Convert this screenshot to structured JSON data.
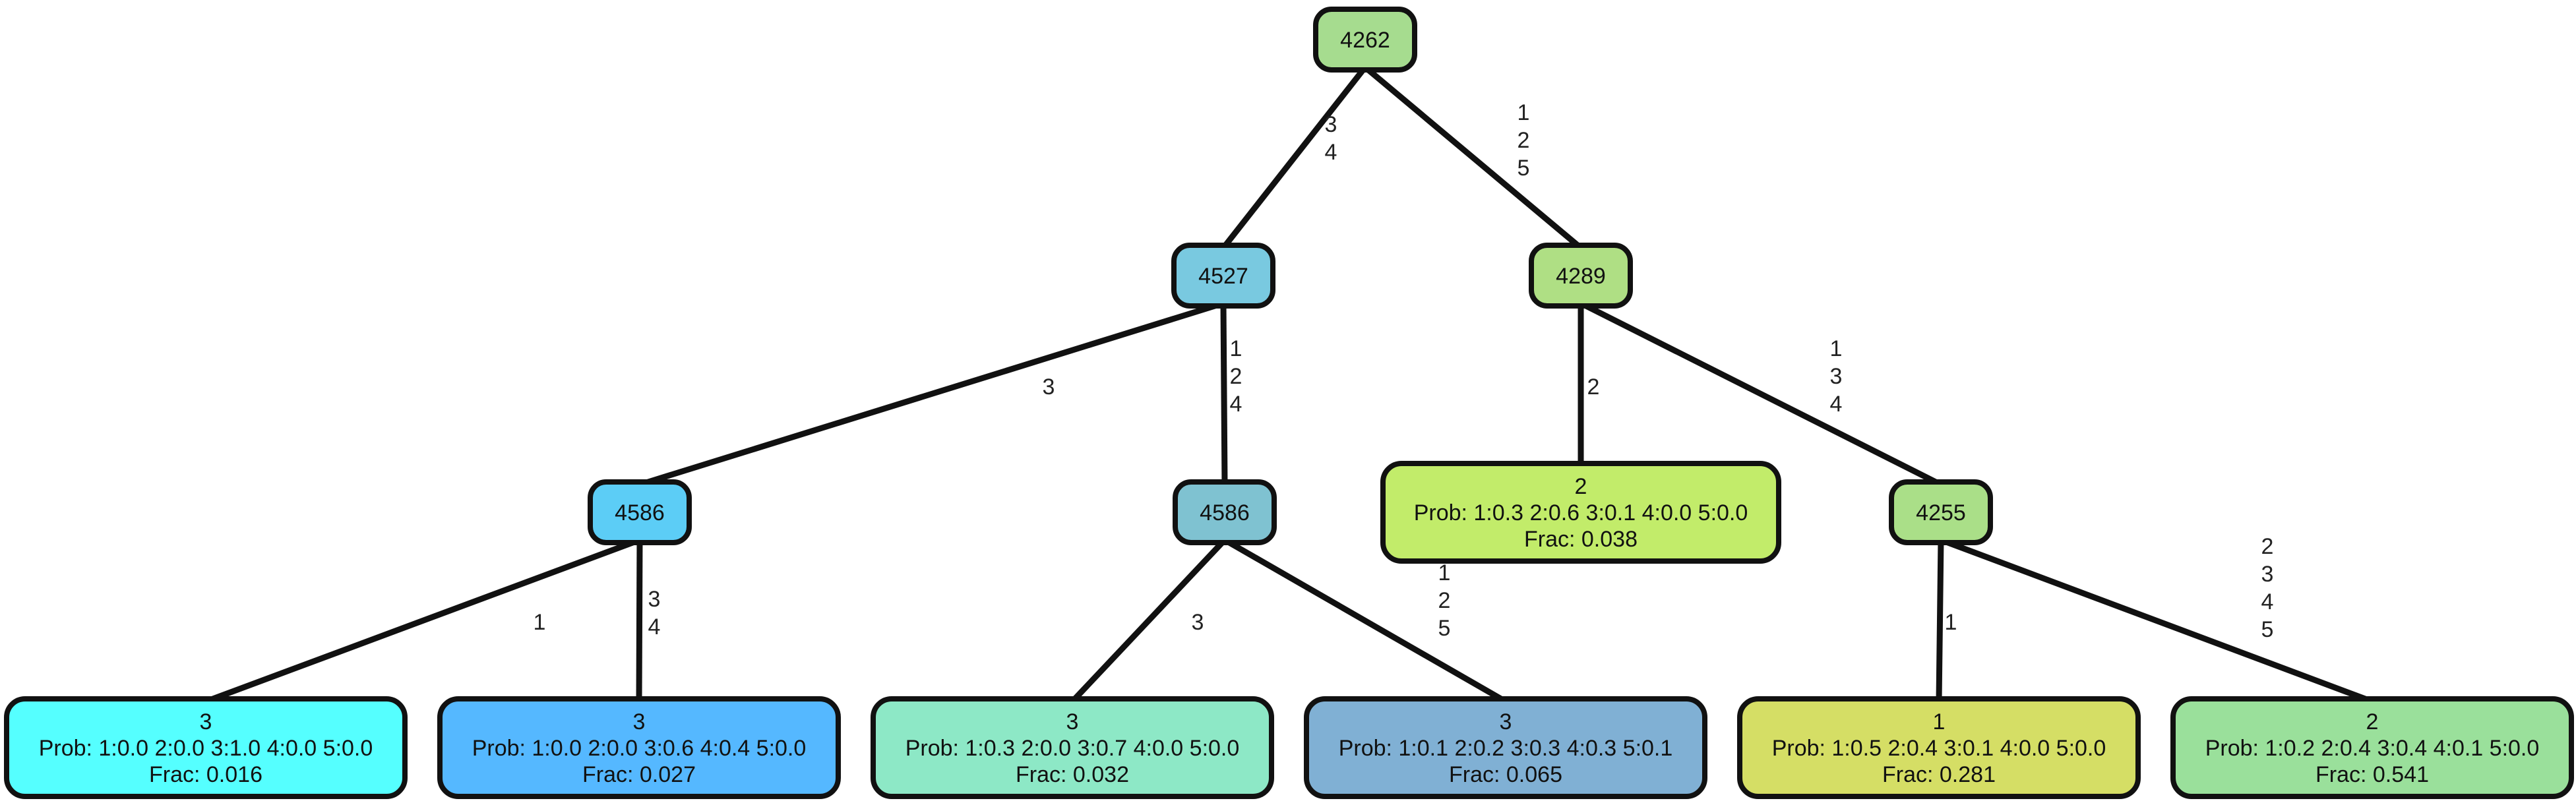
{
  "nodes": [
    {
      "id": "n4262",
      "lines": [
        "4262"
      ],
      "color": "#a6dc8f"
    },
    {
      "id": "n4527",
      "lines": [
        "4527"
      ],
      "color": "#79c9e0"
    },
    {
      "id": "n4289",
      "lines": [
        "4289"
      ],
      "color": "#afdf84"
    },
    {
      "id": "n4586a",
      "lines": [
        "4586"
      ],
      "color": "#5ccdf6"
    },
    {
      "id": "n4586b",
      "lines": [
        "4586"
      ],
      "color": "#7fc2d1"
    },
    {
      "id": "leaf_c2",
      "lines": [
        "2",
        "Prob: 1:0.3 2:0.6 3:0.1 4:0.0 5:0.0",
        "Frac: 0.038"
      ],
      "color": "#c2ec6a"
    },
    {
      "id": "n4255",
      "lines": [
        "4255"
      ],
      "color": "#aadf88"
    },
    {
      "id": "leaf1",
      "lines": [
        "3",
        "Prob: 1:0.0 2:0.0 3:1.0 4:0.0 5:0.0",
        "Frac: 0.016"
      ],
      "color": "#55ffff"
    },
    {
      "id": "leaf2",
      "lines": [
        "3",
        "Prob: 1:0.0 2:0.0 3:0.6 4:0.4 5:0.0",
        "Frac: 0.027"
      ],
      "color": "#55b8ff"
    },
    {
      "id": "leaf3",
      "lines": [
        "3",
        "Prob: 1:0.3 2:0.0 3:0.7 4:0.0 5:0.0",
        "Frac: 0.032"
      ],
      "color": "#8de8c6"
    },
    {
      "id": "leaf4",
      "lines": [
        "3",
        "Prob: 1:0.1 2:0.2 3:0.3 4:0.3 5:0.1",
        "Frac: 0.065"
      ],
      "color": "#80b0d4"
    },
    {
      "id": "leaf5",
      "lines": [
        "1",
        "Prob: 1:0.5 2:0.4 3:0.1 4:0.0 5:0.0",
        "Frac: 0.281"
      ],
      "color": "#d5de65"
    },
    {
      "id": "leaf6",
      "lines": [
        "2",
        "Prob: 1:0.2 2:0.4 3:0.4 4:0.1 5:0.0",
        "Frac: 0.541"
      ],
      "color": "#9ae09b"
    }
  ],
  "edges": [
    {
      "from": "n4262",
      "to": "n4527",
      "label": [
        "3",
        "4"
      ]
    },
    {
      "from": "n4262",
      "to": "n4289",
      "label": [
        "1",
        "2",
        "5"
      ]
    },
    {
      "from": "n4527",
      "to": "n4586a",
      "label": [
        "3"
      ]
    },
    {
      "from": "n4527",
      "to": "n4586b",
      "label": [
        "1",
        "2",
        "4"
      ]
    },
    {
      "from": "n4289",
      "to": "leaf_c2",
      "label": [
        "2"
      ]
    },
    {
      "from": "n4289",
      "to": "n4255",
      "label": [
        "1",
        "3",
        "4"
      ]
    },
    {
      "from": "n4586a",
      "to": "leaf1",
      "label": [
        "1"
      ]
    },
    {
      "from": "n4586a",
      "to": "leaf2",
      "label": [
        "3",
        "4"
      ]
    },
    {
      "from": "n4586b",
      "to": "leaf3",
      "label": [
        "3"
      ]
    },
    {
      "from": "n4586b",
      "to": "leaf4",
      "label": [
        "1",
        "2",
        "5"
      ]
    },
    {
      "from": "n4255",
      "to": "leaf5",
      "label": [
        "1"
      ]
    },
    {
      "from": "n4255",
      "to": "leaf6",
      "label": [
        "2",
        "3",
        "4",
        "5"
      ]
    }
  ]
}
